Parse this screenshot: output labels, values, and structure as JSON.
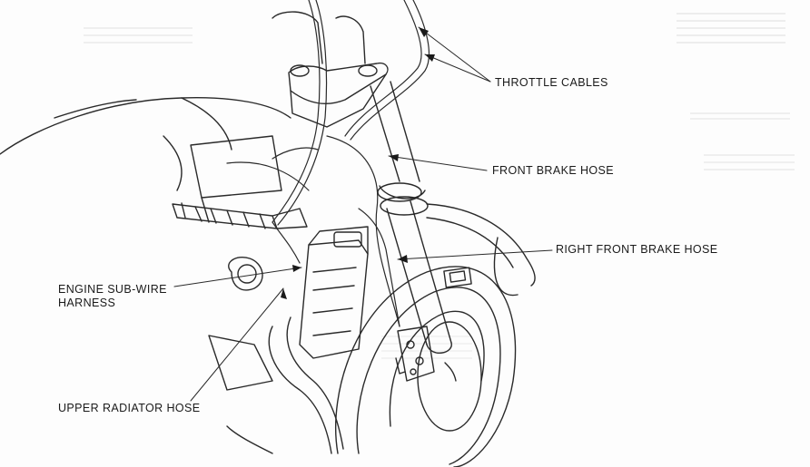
{
  "diagram": {
    "callouts": [
      {
        "id": "throttle",
        "text": "THROTTLE CABLES"
      },
      {
        "id": "front_brake",
        "text": "FRONT BRAKE HOSE"
      },
      {
        "id": "right_front_brake",
        "text": "RIGHT FRONT BRAKE HOSE"
      },
      {
        "id": "engine_sub_wire",
        "text": "ENGINE SUB-WIRE\nHARNESS"
      },
      {
        "id": "upper_radiator",
        "text": "UPPER RADIATOR HOSE"
      }
    ]
  },
  "colors": {
    "ink": "#1a1a1a",
    "paper": "#fdfdfd",
    "bleed": "#d8d8d8"
  }
}
